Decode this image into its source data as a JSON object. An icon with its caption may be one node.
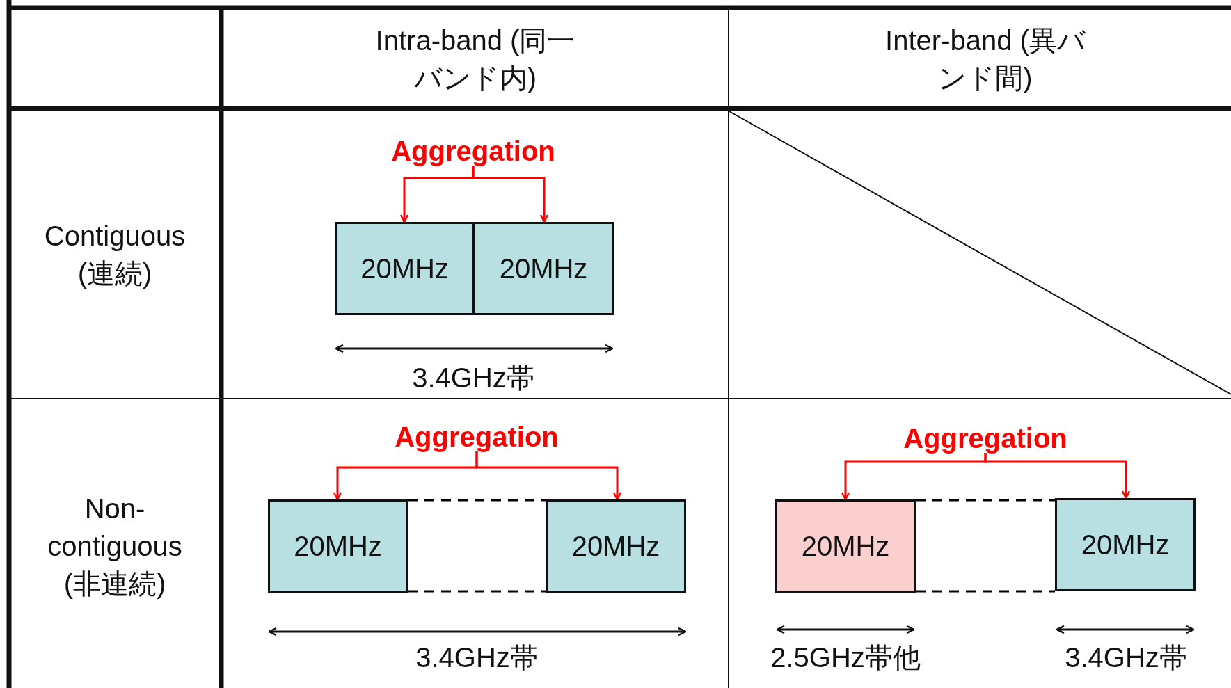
{
  "diagram": {
    "nodes": [
      {
        "text": [
          "Aggregation"
        ]
      },
      {
        "text": [
          "20MHz"
        ]
      },
      {
        "text": [
          "20MHz"
        ]
      },
      {
        "text": [
          "Aggregation"
        ]
      },
      {
        "text": [
          "20MHz"
        ]
      },
      {
        "text": [
          "20MHz"
        ]
      },
      {
        "text": [
          "Aggregation"
        ]
      },
      {
        "text": [
          "20MHz"
        ]
      },
      {
        "text": [
          "20MHz"
        ]
      }
    ],
    "edges": [
      {
        "from": 0,
        "to": 1,
        "arrow": "to"
      },
      {
        "from": 0,
        "to": 2,
        "arrow": "to"
      },
      {
        "from": 3,
        "to": 4,
        "arrow": "to"
      },
      {
        "from": 3,
        "to": 5,
        "arrow": "to"
      },
      {
        "from": 4,
        "to": 5,
        "arrow": "none",
        "style": "dashed",
        "color": "#000000"
      },
      {
        "from": 4,
        "to": 5,
        "arrow": "none",
        "style": "dashed",
        "color": "#000000"
      },
      {
        "from": 6,
        "to": 7,
        "arrow": "to"
      },
      {
        "from": 6,
        "to": 8,
        "arrow": "to"
      },
      {
        "from": 7,
        "to": 8,
        "arrow": "none",
        "style": "dashed",
        "color": "#000000"
      },
      {
        "from": 7,
        "to": 8,
        "arrow": "none",
        "style": "dashed",
        "color": "#000000"
      }
    ],
    "labels": [
      "Intra-band (同一バンド内)",
      "Inter-band (異バンド間)",
      "Contiguous (連続)",
      "3.4GHz帯",
      "Non-contiguous (非連続)",
      "3.4GHz帯",
      "2.5GHz帯他",
      "3.4GHz帯"
    ]
  }
}
